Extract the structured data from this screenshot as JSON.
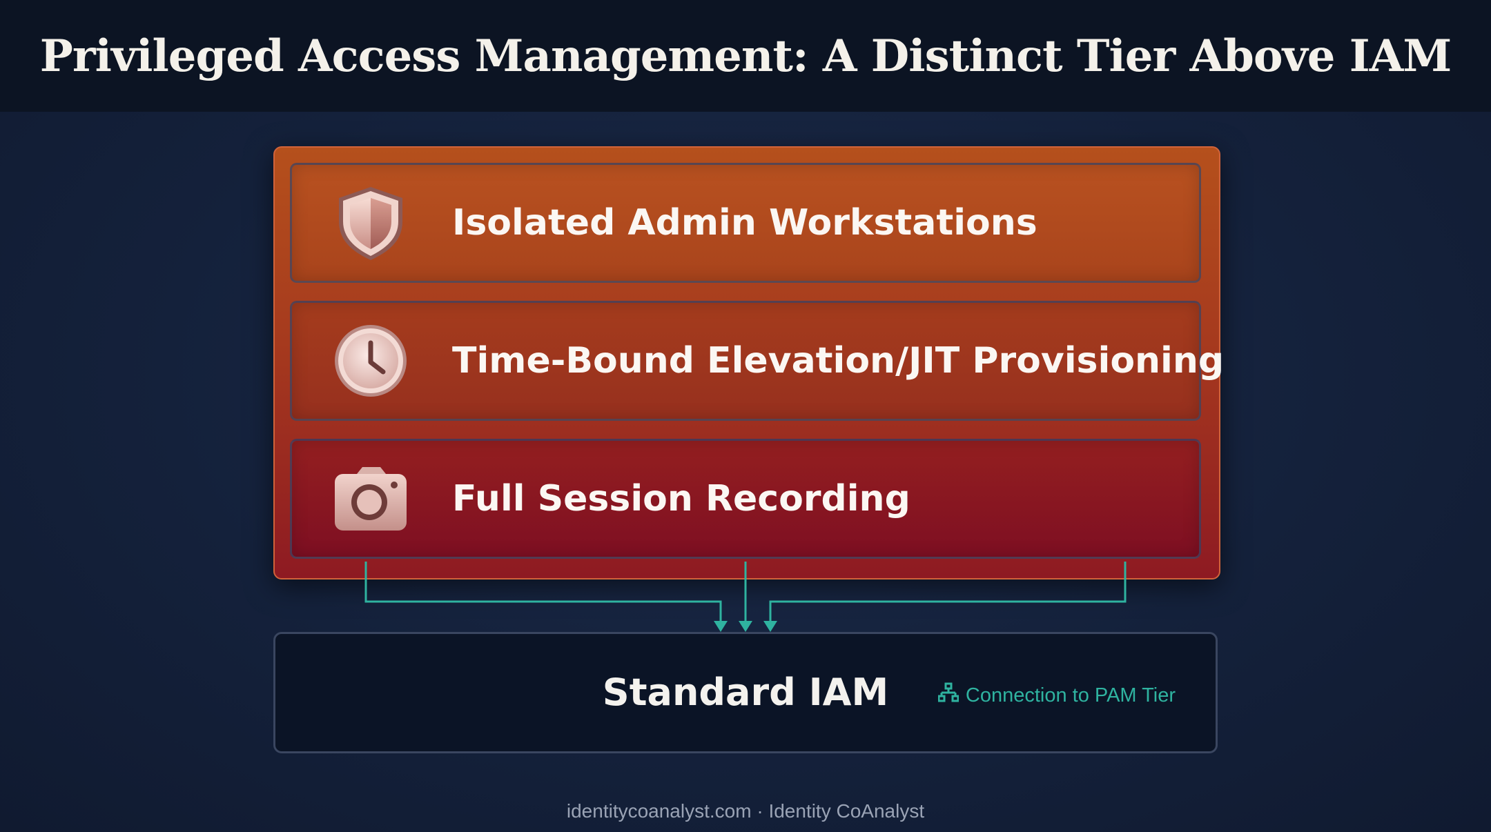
{
  "title": "Privileged Access Management: A Distinct Tier Above IAM",
  "pam_tier": {
    "features": [
      {
        "label": "Isolated Admin Workstations",
        "icon": "shield-icon"
      },
      {
        "label": "Time-Bound Elevation/JIT Provisioning",
        "icon": "clock-icon"
      },
      {
        "label": "Full Session Recording",
        "icon": "camera-icon"
      }
    ]
  },
  "iam_tier": {
    "label": "Standard IAM",
    "connection_label": "Connection to PAM Tier",
    "connection_icon": "hierarchy-icon"
  },
  "footer": "identitycoanalyst.com · Identity CoAnalyst",
  "colors": {
    "background": "#14213b",
    "title_bar": "#0c1423",
    "pam_top": "#b5501c",
    "pam_bottom": "#8e1a22",
    "connector": "#2fb3a0",
    "iam_box": "#0b1426"
  }
}
